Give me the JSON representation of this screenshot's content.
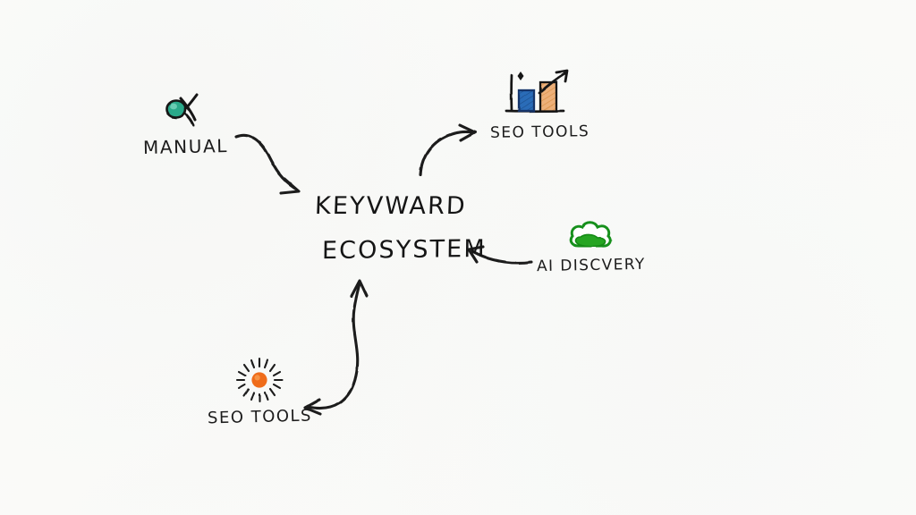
{
  "board": {
    "title": "Keyword Ecosystem",
    "background_color": "#fbfbfa",
    "ink_color": "#1c1c1c",
    "medium": "hand-drawn whiteboard sketch"
  },
  "hub": {
    "line1": "KEYVWARD",
    "line2": "ECOSYSTEM"
  },
  "nodes": [
    {
      "id": "manual",
      "label": "MANUAL",
      "icon": "magnifier-sketch-icon",
      "icon_colors": {
        "fill": "#2aa98a",
        "stroke": "#141414"
      },
      "position": "top-left"
    },
    {
      "id": "seo-tools-chart",
      "label": "SEO TOOLS",
      "icon": "bar-chart-growth-icon",
      "icon_colors": {
        "bar1": "#2b6cb8",
        "bar2": "#e8a35c",
        "stroke": "#141414"
      },
      "position": "top-right"
    },
    {
      "id": "ai-discovery",
      "label": "AI DISCVERY",
      "icon": "cloud-icon",
      "icon_colors": {
        "fill": "#26a524",
        "stroke": "#17901a"
      },
      "position": "right"
    },
    {
      "id": "seo-tools-sun",
      "label": "SEO TOOLS",
      "icon": "sunburst-icon",
      "icon_colors": {
        "fill": "#ef6c1a",
        "stroke": "#1a1a1a"
      },
      "position": "bottom-left"
    }
  ],
  "connectors": [
    {
      "id": "manual-to-hub",
      "from": "manual",
      "to": "hub",
      "style": "s-curve",
      "arrowheads": "end"
    },
    {
      "id": "hub-to-seo-chart",
      "from": "hub",
      "to": "seo-tools-chart",
      "style": "arc-up-right",
      "arrowheads": "end"
    },
    {
      "id": "ai-to-hub",
      "from": "ai-discovery",
      "to": "hub",
      "style": "shallow-curve-left",
      "arrowheads": "end"
    },
    {
      "id": "seo-sun-hub",
      "from": "seo-tools-sun",
      "to": "hub",
      "style": "s-curve-vertical",
      "arrowheads": "both"
    }
  ]
}
